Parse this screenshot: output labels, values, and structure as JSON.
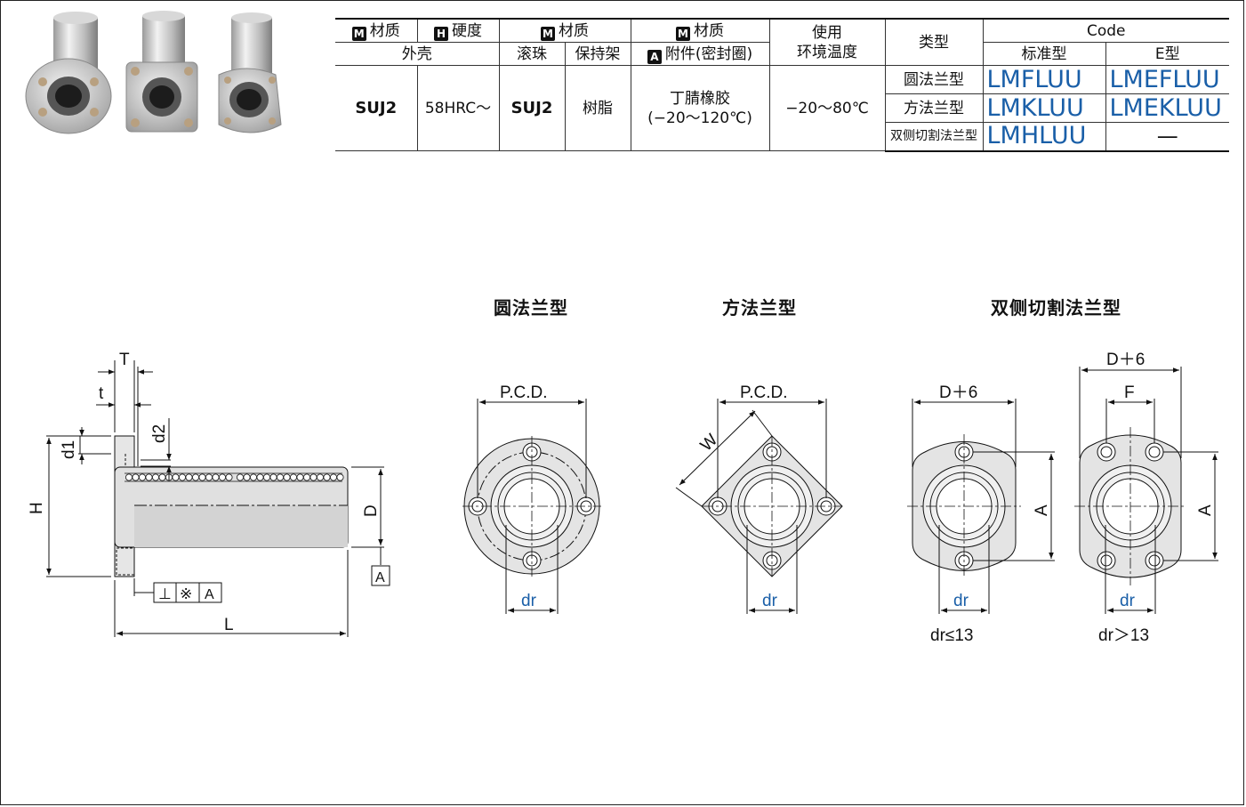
{
  "table": {
    "hdr_m1": "材质",
    "hdr_h": "硬度",
    "hdr_m2": "材质",
    "hdr_m3": "材质",
    "hdr_temp1": "使用",
    "hdr_temp2": "环境温度",
    "hdr_type": "类型",
    "hdr_code": "Code",
    "sub_shell": "外壳",
    "sub_ball": "滚珠",
    "sub_retainer": "保持架",
    "sub_acc": "附件(密封圈)",
    "sub_std": "标准型",
    "sub_e": "E型",
    "badge_m": "M",
    "badge_h": "H",
    "badge_a": "A",
    "shell_mat": "SUJ2",
    "hardness": "58HRC～",
    "ball_mat": "SUJ2",
    "retainer_mat": "树脂",
    "seal1": "丁腈橡胶",
    "seal2": "(−20～120℃)",
    "temp": "−20～80℃",
    "rows": [
      {
        "type": "圆法兰型",
        "std": "LMFLUU",
        "e": "LMEFLUU"
      },
      {
        "type": "方法兰型",
        "std": "LMKLUU",
        "e": "LMEKLUU"
      },
      {
        "type": "双侧切割法兰型",
        "std": "LMHLUU",
        "e": "—"
      }
    ]
  },
  "drawings": {
    "title_round": "圆法兰型",
    "title_square": "方法兰型",
    "title_cut": "双侧切割法兰型",
    "lbl_T": "T",
    "lbl_t": "t",
    "lbl_d1": "d1",
    "lbl_d2": "d2",
    "lbl_H": "H",
    "lbl_D": "D",
    "lbl_L": "L",
    "lbl_A_datum": "A",
    "lbl_perp": "⊥",
    "lbl_note": "※",
    "lbl_pcd": "P.C.D.",
    "lbl_W": "W",
    "lbl_dr": "dr",
    "lbl_d6": "D＋6",
    "lbl_F": "F",
    "lbl_A": "A",
    "cond_le": "dr≤13",
    "cond_gt": "dr＞13"
  },
  "colors": {
    "accent": "#1a5fa8",
    "line": "#111111"
  }
}
